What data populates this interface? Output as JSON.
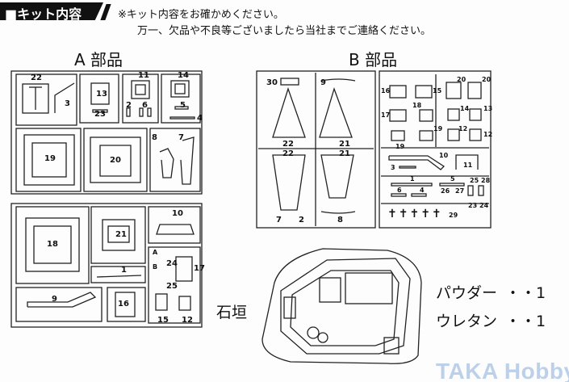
{
  "header": {
    "title": "■キット内容",
    "note_line1": "※キット内容をお確かめください。",
    "note_line2": "万一、欠品や不良等ございましたら当社までご連絡ください。"
  },
  "sprue_a": {
    "title": "A 部品",
    "top_labels": [
      "22",
      "3",
      "13",
      "23",
      "11",
      "2",
      "6",
      "14",
      "5",
      "4",
      "19",
      "20",
      "8",
      "7"
    ],
    "bottom_labels": [
      "18",
      "21",
      "10",
      "1",
      "A",
      "B",
      "24",
      "25",
      "17",
      "9",
      "16",
      "15",
      "12"
    ]
  },
  "sprue_b": {
    "title": "B 部品",
    "left_labels": [
      "30",
      "9",
      "22",
      "21",
      "22",
      "21",
      "7",
      "2",
      "8"
    ],
    "right_labels": [
      "16",
      "15",
      "20",
      "20",
      "17",
      "18",
      "14",
      "13",
      "19",
      "12",
      "19",
      "12",
      "10",
      "3",
      "11",
      "1",
      "5",
      "25",
      "28",
      "6",
      "4",
      "26",
      "27",
      "23",
      "24",
      "29"
    ]
  },
  "base": {
    "title": "石垣"
  },
  "extras": [
    {
      "name": "パウダー",
      "qty": "・・1"
    },
    {
      "name": "ウレタン",
      "qty": "・・1"
    }
  ],
  "watermark": "TAKA Hobby"
}
